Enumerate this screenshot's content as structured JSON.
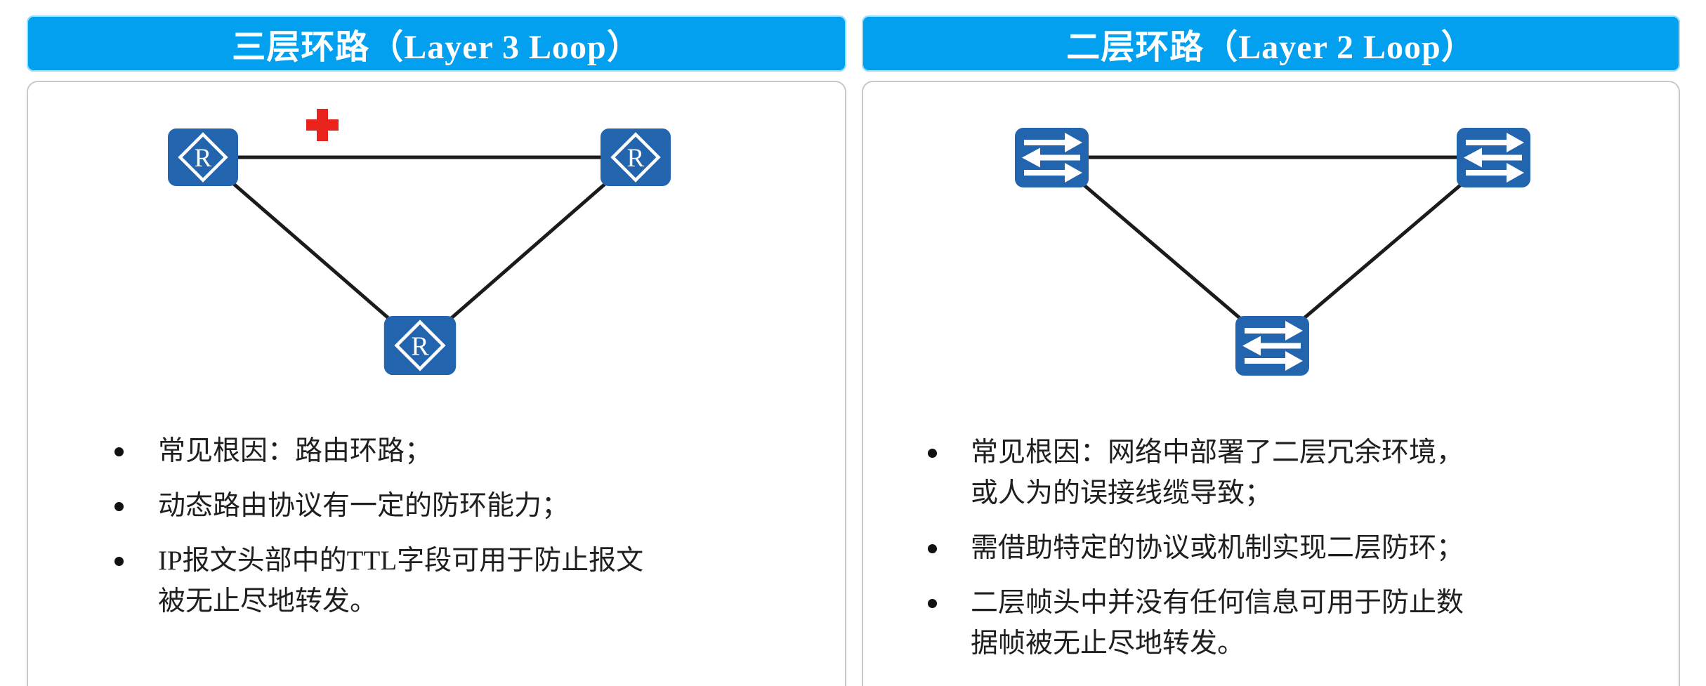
{
  "colors": {
    "header_bg": "#02a0ef",
    "header_text": "#ffffff",
    "node_blue": "#2264ae",
    "icon_glyph_white": "#ffffff",
    "link_line": "#1b1b1b",
    "blocked_red": "#e8221d",
    "panel_border": "#c9c9c9",
    "body_text": "#1f1f1f",
    "page_bg": "#ffffff"
  },
  "panels": [
    {
      "header": {
        "label": "三层环路（Layer 3 Loop）"
      },
      "diagram": {
        "node_type": "router",
        "router_letter": "R",
        "node_count": 3,
        "topology": "triangle",
        "blocked_icon": "red-cross"
      },
      "bullets": [
        {
          "lines": [
            "常见根因：路由环路；"
          ]
        },
        {
          "lines": [
            "动态路由协议有一定的防环能力；"
          ]
        },
        {
          "lines": [
            "IP报文头部中的TTL字段可用于防止报文",
            "被无止尽地转发。"
          ]
        }
      ]
    },
    {
      "header": {
        "label": "二层环路（Layer 2 Loop）"
      },
      "diagram": {
        "node_type": "switch",
        "node_count": 3,
        "topology": "triangle"
      },
      "bullets": [
        {
          "lines": [
            "常见根因：网络中部署了二层冗余环境，",
            "或人为的误接线缆导致；"
          ]
        },
        {
          "lines": [
            "需借助特定的协议或机制实现二层防环；"
          ]
        },
        {
          "lines": [
            "二层帧头中并没有任何信息可用于防止数",
            "据帧被无止尽地转发。"
          ]
        }
      ]
    }
  ]
}
